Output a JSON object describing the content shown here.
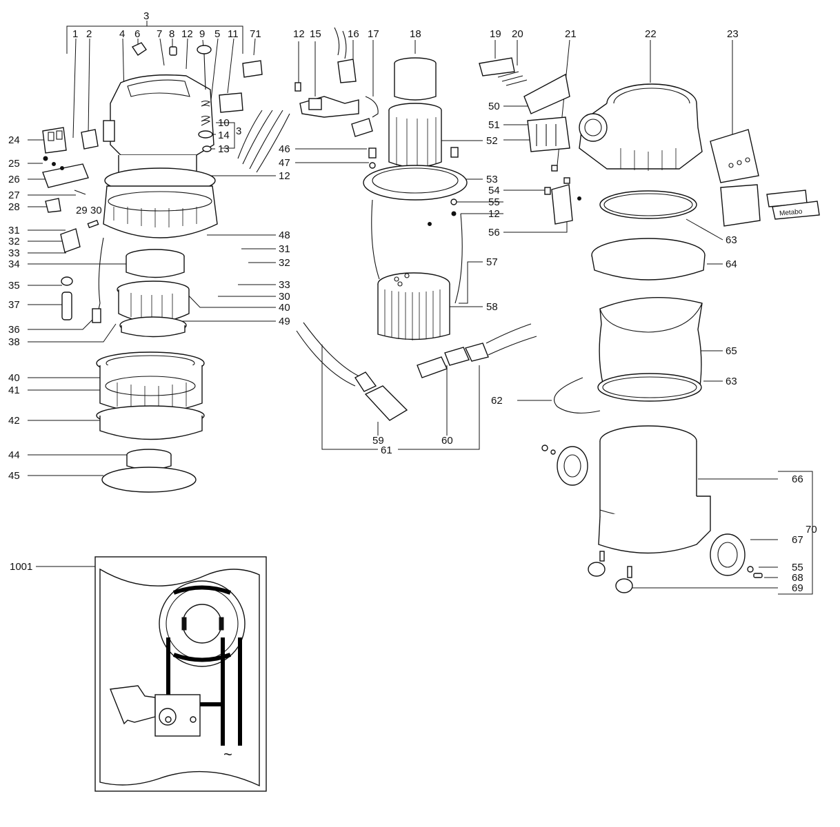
{
  "labels": {
    "p1": "1",
    "p2": "2",
    "p3": "3",
    "p4": "4",
    "p5": "5",
    "p6": "6",
    "p7": "7",
    "p8": "8",
    "p9": "9",
    "p10": "10",
    "p11": "11",
    "p12": "12",
    "p13": "13",
    "p14": "14",
    "p15": "15",
    "p16": "16",
    "p17": "17",
    "p18": "18",
    "p19": "19",
    "p20": "20",
    "p21": "21",
    "p22": "22",
    "p23": "23",
    "p24": "24",
    "p25": "25",
    "p26": "26",
    "p27": "27",
    "p28": "28",
    "p29": "29",
    "p30": "30",
    "p31": "31",
    "p32": "32",
    "p33": "33",
    "p34": "34",
    "p35": "35",
    "p36": "36",
    "p37": "37",
    "p38": "38",
    "p40": "40",
    "p41": "41",
    "p42": "42",
    "p44": "44",
    "p45": "45",
    "p46": "46",
    "p47": "47",
    "p48": "48",
    "p49": "49",
    "p50": "50",
    "p51": "51",
    "p52": "52",
    "p53": "53",
    "p54": "54",
    "p55": "55",
    "p56": "56",
    "p57": "57",
    "p58": "58",
    "p59": "59",
    "p60": "60",
    "p61": "61",
    "p62": "62",
    "p63": "63",
    "p64": "64",
    "p65": "65",
    "p66": "66",
    "p67": "67",
    "p68": "68",
    "p69": "69",
    "p70": "70",
    "p71": "71",
    "p1001": "1001"
  },
  "brand_label": "Metabo",
  "ac_symbol": "~"
}
